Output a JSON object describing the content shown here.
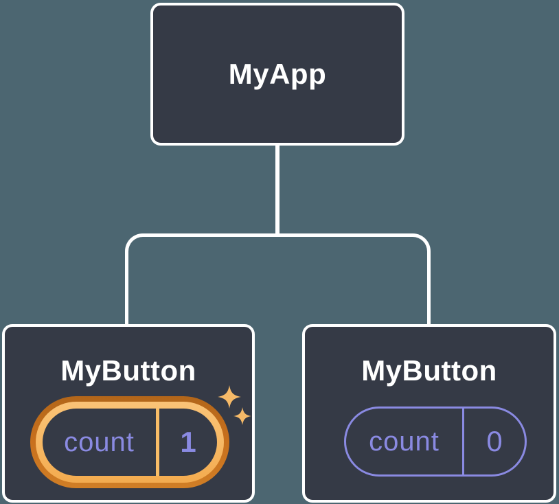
{
  "figure": {
    "type": "component-tree-diagram",
    "colors": {
      "background": "#4c6671",
      "node_fill": "#353a46",
      "node_border": "#ffffff",
      "connector": "#ffffff",
      "state_purple": "#8a8ae2",
      "highlight_gold": "#f8bd67",
      "highlight_orange": "#c26e19",
      "sparkle_gold": "#f6ba68"
    },
    "root_node": {
      "label": "MyApp"
    },
    "child_nodes": [
      {
        "label": "MyButton",
        "state": {
          "key": "count",
          "value": "1"
        },
        "highlighted": true,
        "icon": "sparkles-icon"
      },
      {
        "label": "MyButton",
        "state": {
          "key": "count",
          "value": "0"
        },
        "highlighted": false
      }
    ]
  }
}
